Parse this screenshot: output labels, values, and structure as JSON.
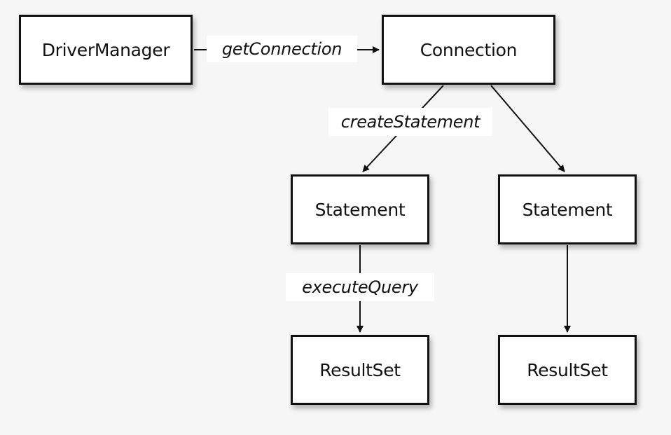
{
  "diagram": {
    "nodes": {
      "driver_manager": "DriverManager",
      "connection": "Connection",
      "statement_1": "Statement",
      "statement_2": "Statement",
      "resultset_1": "ResultSet",
      "resultset_2": "ResultSet"
    },
    "edge_labels": {
      "get_connection": "getConnection",
      "create_statement": "createStatement",
      "execute_query": "executeQuery"
    },
    "edges": [
      {
        "from": "DriverManager",
        "to": "Connection",
        "label": "getConnection"
      },
      {
        "from": "Connection",
        "to": "Statement",
        "label": "createStatement"
      },
      {
        "from": "Connection",
        "to": "Statement",
        "label": ""
      },
      {
        "from": "Statement",
        "to": "ResultSet",
        "label": "executeQuery"
      },
      {
        "from": "Statement",
        "to": "ResultSet",
        "label": ""
      }
    ]
  }
}
